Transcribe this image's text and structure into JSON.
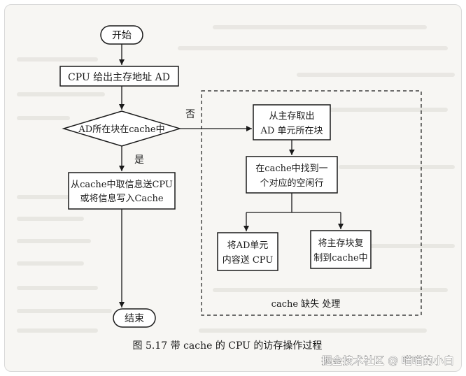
{
  "diagram": {
    "start_label": "开始",
    "step_send_address": "CPU 给出主存地址 AD",
    "decision_in_cache": "AD所在块在cache中",
    "branch_no": "否",
    "branch_yes": "是",
    "hit_action_line1": "从cache中取信息送CPU",
    "hit_action_line2": "或将信息写入Cache",
    "miss_fetch_line1": "从主存取出",
    "miss_fetch_line2": "AD 单元所在块",
    "find_free_line1": "在cache中找到一",
    "find_free_line2": "个对应的空闲行",
    "send_cpu_line1": "将AD单元",
    "send_cpu_line2": "内容送 CPU",
    "copy_block_line1": "将主存块复",
    "copy_block_line2": "制到cache中",
    "miss_region_label": "cache 缺失 处理",
    "end_label": "结束"
  },
  "caption": "图 5.17   带 cache 的 CPU 的访存操作过程",
  "watermark": "掘金技术社区 @ 喵喵的小白",
  "colors": {
    "ink": "#1a1a1a",
    "paper": "#f7f6f3",
    "faint_text": "#c9c6bf"
  }
}
